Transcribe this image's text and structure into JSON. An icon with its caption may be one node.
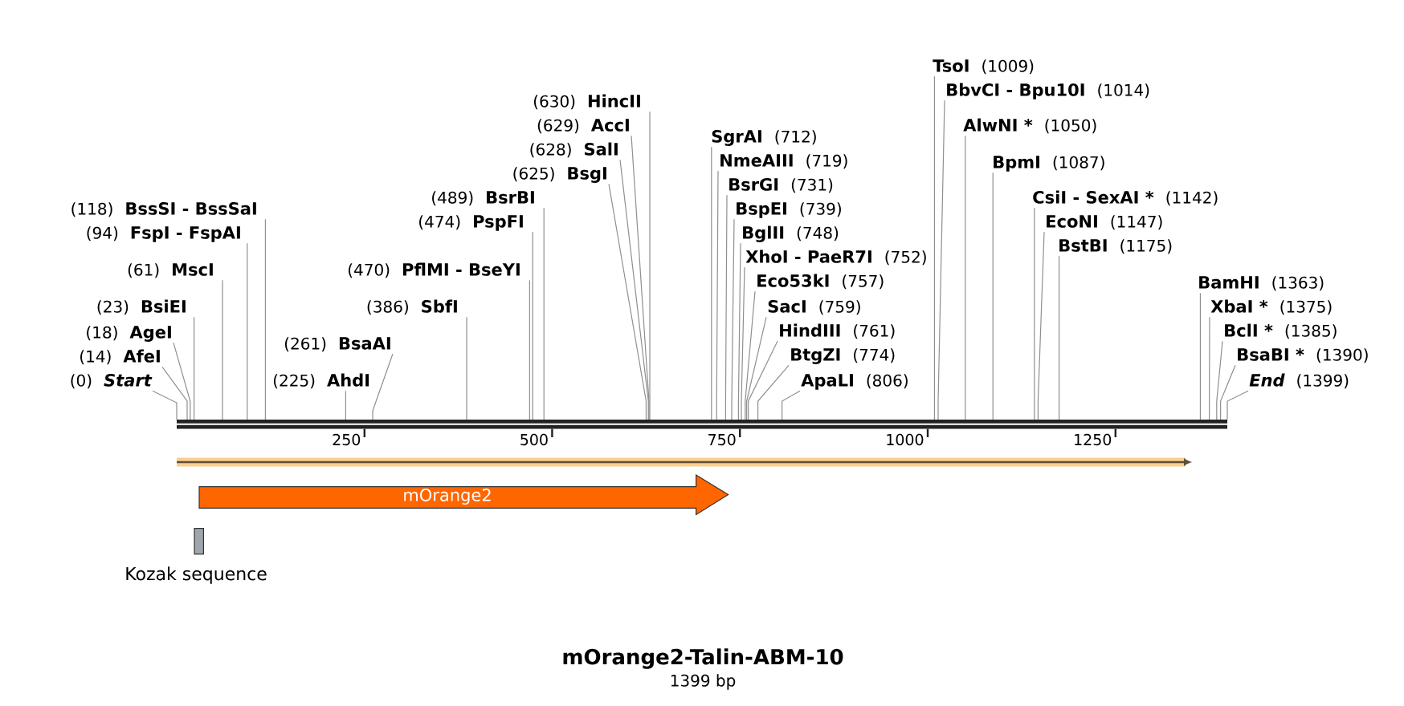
{
  "diagram": {
    "title": "mOrange2-Talin-ABM-10",
    "caption": "1399 bp",
    "nodes": [
      {
        "text": [],
        "shape": "bar"
      },
      {
        "text": [
          "(0)",
          "Start"
        ]
      },
      {
        "text": [
          "(14)",
          "AfeI"
        ]
      },
      {
        "text": [
          "(18)",
          "AgeI"
        ]
      },
      {
        "text": [
          "(23)",
          "BsiEI"
        ]
      },
      {
        "text": [
          "(61)",
          "MscI"
        ]
      },
      {
        "text": [
          "(94)",
          "FspI - FspAI"
        ]
      },
      {
        "text": [
          "(118)",
          "BssSI - BssSaI"
        ]
      },
      {
        "text": [
          "(225)",
          "AhdI"
        ]
      },
      {
        "text": [
          "(261)",
          "BsaAI"
        ]
      },
      {
        "text": [
          "(386)",
          "SbfI"
        ]
      },
      {
        "text": [
          "(470)",
          "PflMI - BseYI"
        ]
      },
      {
        "text": [
          "(474)",
          "PspFI"
        ]
      },
      {
        "text": [
          "(489)",
          "BsrBI"
        ]
      },
      {
        "text": [
          "(625)",
          "BsgI"
        ]
      },
      {
        "text": [
          "(628)",
          "SalI"
        ]
      },
      {
        "text": [
          "(629)",
          "AccI"
        ]
      },
      {
        "text": [
          "(630)",
          "HincII"
        ]
      },
      {
        "text": [
          "SgrAI",
          "(712)"
        ]
      },
      {
        "text": [
          "NmeAIII",
          "(719)"
        ]
      },
      {
        "text": [
          "BsrGI",
          "(731)"
        ]
      },
      {
        "text": [
          "BspEI",
          "(739)"
        ]
      },
      {
        "text": [
          "BglII",
          "(748)"
        ]
      },
      {
        "text": [
          "XhoI - PaeR7I",
          "(752)"
        ]
      },
      {
        "text": [
          "Eco53kI",
          "(757)"
        ]
      },
      {
        "text": [
          "SacI",
          "(759)"
        ]
      },
      {
        "text": [
          "HindIII",
          "(761)"
        ]
      },
      {
        "text": [
          "BtgZI",
          "(774)"
        ]
      },
      {
        "text": [
          "ApaLI",
          "(806)"
        ]
      },
      {
        "text": [
          "TsoI",
          "(1009)"
        ]
      },
      {
        "text": [
          "BbvCI - Bpu10I",
          "(1014)"
        ]
      },
      {
        "text": [
          "AlwNI *",
          "(1050)"
        ]
      },
      {
        "text": [
          "BpmI",
          "(1087)"
        ]
      },
      {
        "text": [
          "CsiI - SexAI *",
          "(1142)"
        ]
      },
      {
        "text": [
          "EcoNI",
          "(1147)"
        ]
      },
      {
        "text": [
          "BstBI",
          "(1175)"
        ]
      },
      {
        "text": [
          "BamHI",
          "(1363)"
        ]
      },
      {
        "text": [
          "XbaI *",
          "(1375)"
        ]
      },
      {
        "text": [
          "BclI *",
          "(1385)"
        ]
      },
      {
        "text": [
          "BsaBI *",
          "(1390)"
        ]
      },
      {
        "text": [
          "End",
          "(1399)"
        ]
      },
      {
        "text": [],
        "shape": "band"
      },
      {
        "text": [
          "mOrange2"
        ]
      },
      {
        "text": [
          "Kozak sequence"
        ]
      }
    ],
    "edges": [
      {
        "from": 1,
        "to": 0,
        "arrow": "none"
      },
      {
        "from": 2,
        "to": 0,
        "arrow": "none"
      },
      {
        "from": 3,
        "to": 0,
        "arrow": "none"
      },
      {
        "from": 4,
        "to": 0,
        "arrow": "none"
      },
      {
        "from": 5,
        "to": 0,
        "arrow": "none"
      },
      {
        "from": 6,
        "to": 0,
        "arrow": "none"
      },
      {
        "from": 7,
        "to": 0,
        "arrow": "none"
      },
      {
        "from": 8,
        "to": 0,
        "arrow": "none"
      },
      {
        "from": 9,
        "to": 0,
        "arrow": "none"
      },
      {
        "from": 10,
        "to": 0,
        "arrow": "none"
      },
      {
        "from": 11,
        "to": 0,
        "arrow": "none"
      },
      {
        "from": 12,
        "to": 0,
        "arrow": "none"
      },
      {
        "from": 13,
        "to": 0,
        "arrow": "none"
      },
      {
        "from": 14,
        "to": 0,
        "arrow": "none"
      },
      {
        "from": 15,
        "to": 0,
        "arrow": "none"
      },
      {
        "from": 16,
        "to": 0,
        "arrow": "none"
      },
      {
        "from": 17,
        "to": 0,
        "arrow": "none"
      },
      {
        "from": 18,
        "to": 0,
        "arrow": "none"
      },
      {
        "from": 19,
        "to": 0,
        "arrow": "none"
      },
      {
        "from": 20,
        "to": 0,
        "arrow": "none"
      },
      {
        "from": 21,
        "to": 0,
        "arrow": "none"
      },
      {
        "from": 22,
        "to": 0,
        "arrow": "none"
      },
      {
        "from": 23,
        "to": 0,
        "arrow": "none"
      },
      {
        "from": 24,
        "to": 0,
        "arrow": "none"
      },
      {
        "from": 25,
        "to": 0,
        "arrow": "none"
      },
      {
        "from": 26,
        "to": 0,
        "arrow": "none"
      },
      {
        "from": 27,
        "to": 0,
        "arrow": "none"
      },
      {
        "from": 28,
        "to": 0,
        "arrow": "none"
      },
      {
        "from": 29,
        "to": 0,
        "arrow": "none"
      },
      {
        "from": 30,
        "to": 0,
        "arrow": "none"
      },
      {
        "from": 31,
        "to": 0,
        "arrow": "none"
      },
      {
        "from": 32,
        "to": 0,
        "arrow": "none"
      },
      {
        "from": 33,
        "to": 0,
        "arrow": "none"
      },
      {
        "from": 34,
        "to": 0,
        "arrow": "none"
      },
      {
        "from": 35,
        "to": 0,
        "arrow": "none"
      },
      {
        "from": 36,
        "to": 0,
        "arrow": "none"
      },
      {
        "from": 37,
        "to": 0,
        "arrow": "none"
      },
      {
        "from": 38,
        "to": 0,
        "arrow": "none"
      },
      {
        "from": 39,
        "to": 0,
        "arrow": "none"
      },
      {
        "from": 40,
        "to": 0,
        "arrow": "none"
      }
    ],
    "labels": [
      "250",
      "500",
      "750",
      "1000",
      "1250"
    ]
  }
}
